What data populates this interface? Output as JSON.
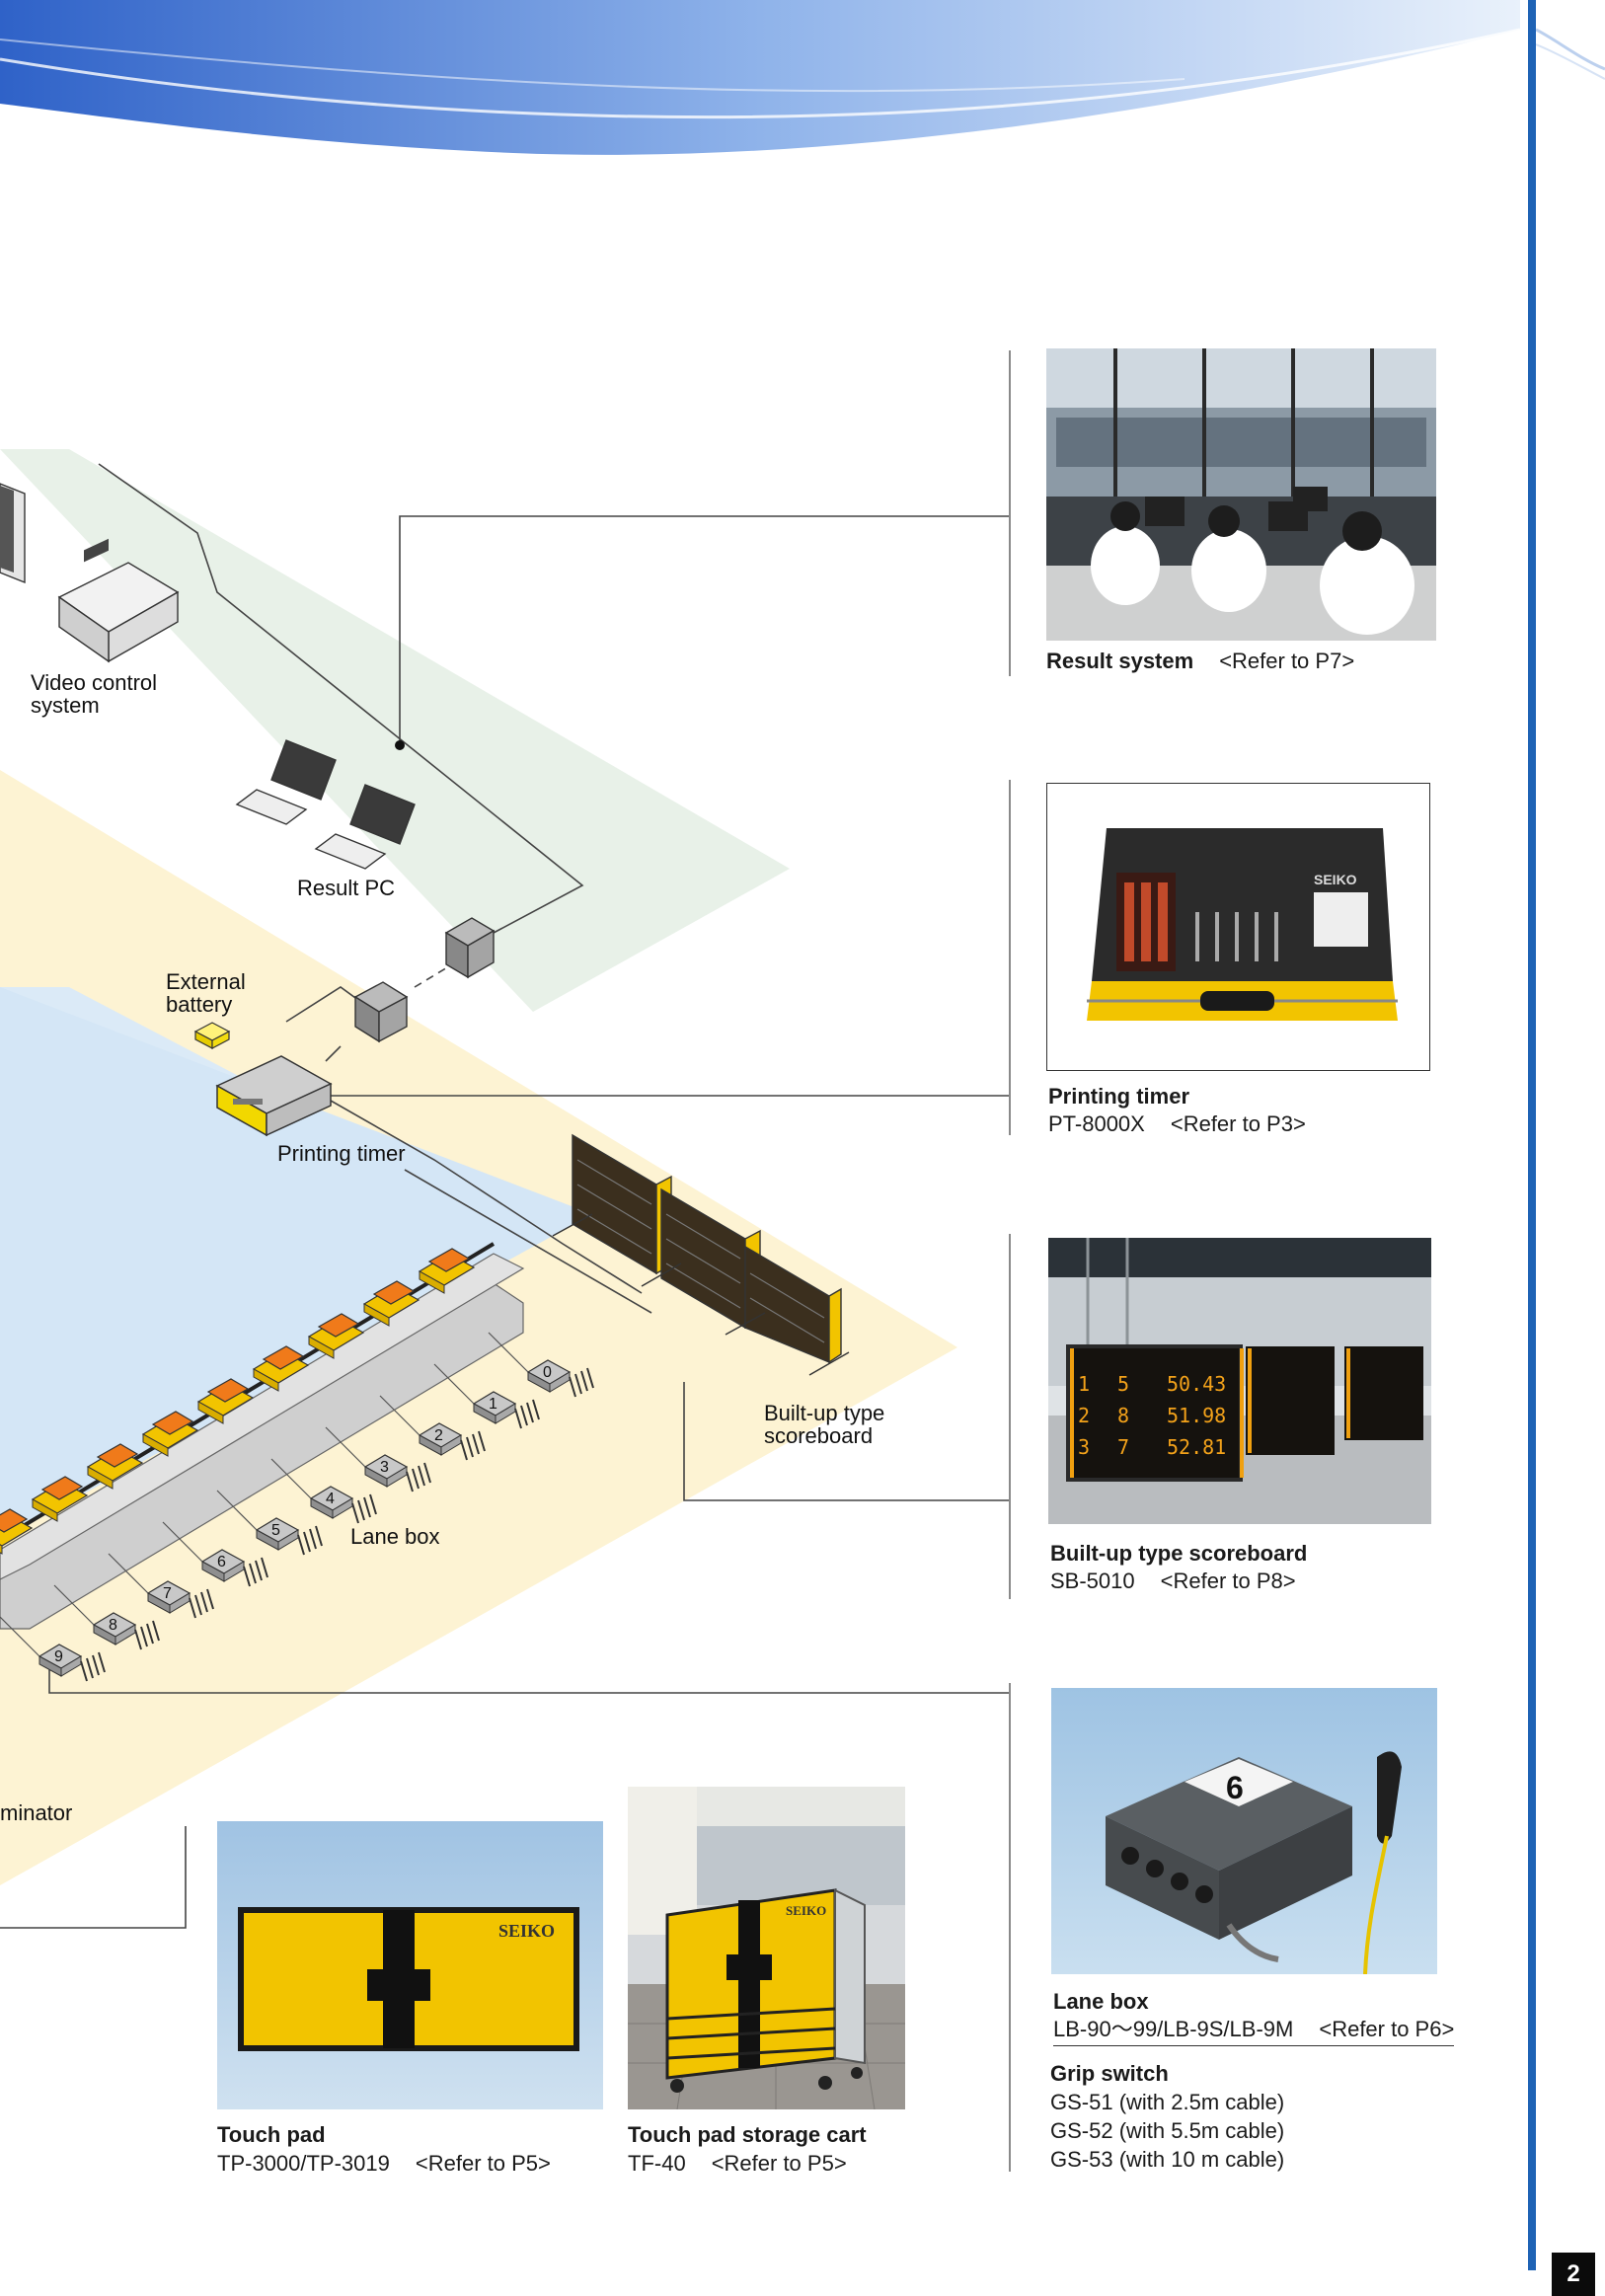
{
  "page": {
    "number": "2"
  },
  "diagram_labels": {
    "video_control": [
      "Video control",
      "system"
    ],
    "result_pc": "Result PC",
    "external_battery": [
      "External",
      "battery"
    ],
    "printing_timer": "Printing timer",
    "builtup_scoreboard": [
      "Built-up type",
      "scoreboard"
    ],
    "lane_box": "Lane box",
    "illuminator_partial": "minator",
    "lane_numbers": [
      "0",
      "1",
      "2",
      "3",
      "4",
      "5",
      "6",
      "7",
      "8",
      "9"
    ]
  },
  "products": {
    "result_system": {
      "title": "Result system",
      "ref": "<Refer to P7>"
    },
    "printing_timer": {
      "title": "Printing timer",
      "model": "PT-8000X",
      "ref": "<Refer to P3>",
      "brand": "SEIKO"
    },
    "scoreboard": {
      "title": "Built-up type scoreboard",
      "model": "SB-5010",
      "ref": "<Refer to P8>",
      "board_rows": [
        [
          "1",
          "5",
          "50.43"
        ],
        [
          "2",
          "8",
          "51.98"
        ],
        [
          "3",
          "7",
          "52.81"
        ]
      ]
    },
    "lane_box": {
      "title": "Lane box",
      "model": "LB-90～99/LB-9S/LB-9M",
      "ref": "<Refer to P6>",
      "badge": "6"
    },
    "grip_switch": {
      "title": "Grip switch",
      "models": [
        "GS-51 (with 2.5m cable)",
        "GS-52 (with 5.5m cable)",
        "GS-53 (with 10 m cable)"
      ]
    },
    "touch_pad": {
      "title": "Touch pad",
      "model": "TP-3000/TP-3019",
      "ref": "<Refer to P5>",
      "brand": "SEIKO"
    },
    "storage_cart": {
      "title": "Touch pad storage cart",
      "model": "TF-40",
      "ref": "<Refer to P5>",
      "brand": "SEIKO"
    }
  },
  "colors": {
    "accent_blue": "#1f63b5",
    "pool_blue": "#dbeaf7",
    "deck_yellow": "#fdf3d3",
    "zone_green": "#e8f1e8",
    "pad_yellow": "#f2c400",
    "pad_orange": "#f07a1a"
  }
}
